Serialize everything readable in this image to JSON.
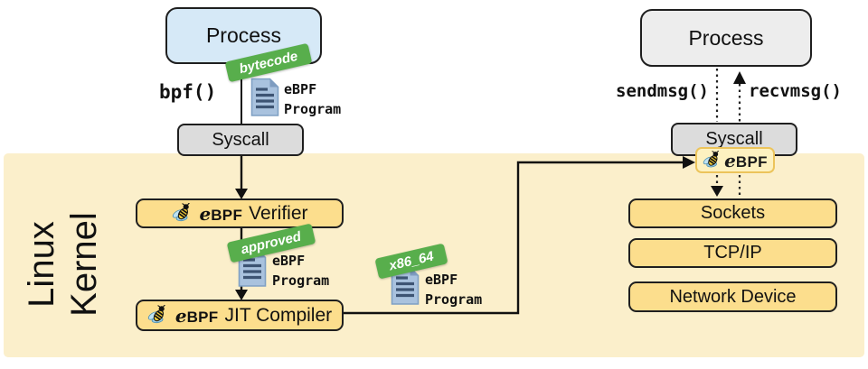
{
  "kernel": {
    "line1": "Linux",
    "line2": "Kernel"
  },
  "logo": {
    "e": "e",
    "bpf": "BPF"
  },
  "program": {
    "label": "eBPF\nProgram"
  },
  "left": {
    "process": "Process",
    "bpf_call": "bpf()",
    "syscall": "Syscall",
    "bytecode_ribbon": "bytecode",
    "verifier": "Verifier",
    "approved_ribbon": "approved",
    "jit": "JIT Compiler",
    "x86_ribbon": "x86_64"
  },
  "right": {
    "process": "Process",
    "sendmsg": "sendmsg()",
    "recvmsg": "recvmsg()",
    "syscall": "Syscall",
    "sockets": "Sockets",
    "tcpip": "TCP/IP",
    "netdev": "Network Device"
  },
  "colors": {
    "kernel_bg": "#FBEFCB",
    "box_yellow": "#FCDE8D",
    "process_blue": "#D6E9F7",
    "gray_box": "#DCDCDC",
    "ribbon_green": "#58AE4C",
    "badge_bg": "#FDF1C0",
    "badge_border": "#ECC45B"
  }
}
